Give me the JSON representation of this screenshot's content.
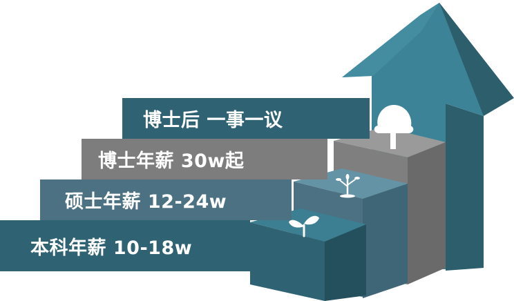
{
  "levels": [
    {
      "label": "本科年薪 10-18w",
      "icon": "seedling-icon"
    },
    {
      "label": "硕士年薪 12-24w",
      "icon": "sprout-icon"
    },
    {
      "label": "博士年薪 30w起",
      "icon": "tree-icon"
    },
    {
      "label": "博士后 一事一议"
    }
  ],
  "colors": {
    "dark_teal": "#2f6272",
    "blue_gray": "#4b7182",
    "gray": "#7d7d7d",
    "arrow_front": "#3d8397",
    "arrow_side": "#2c5e6c"
  }
}
